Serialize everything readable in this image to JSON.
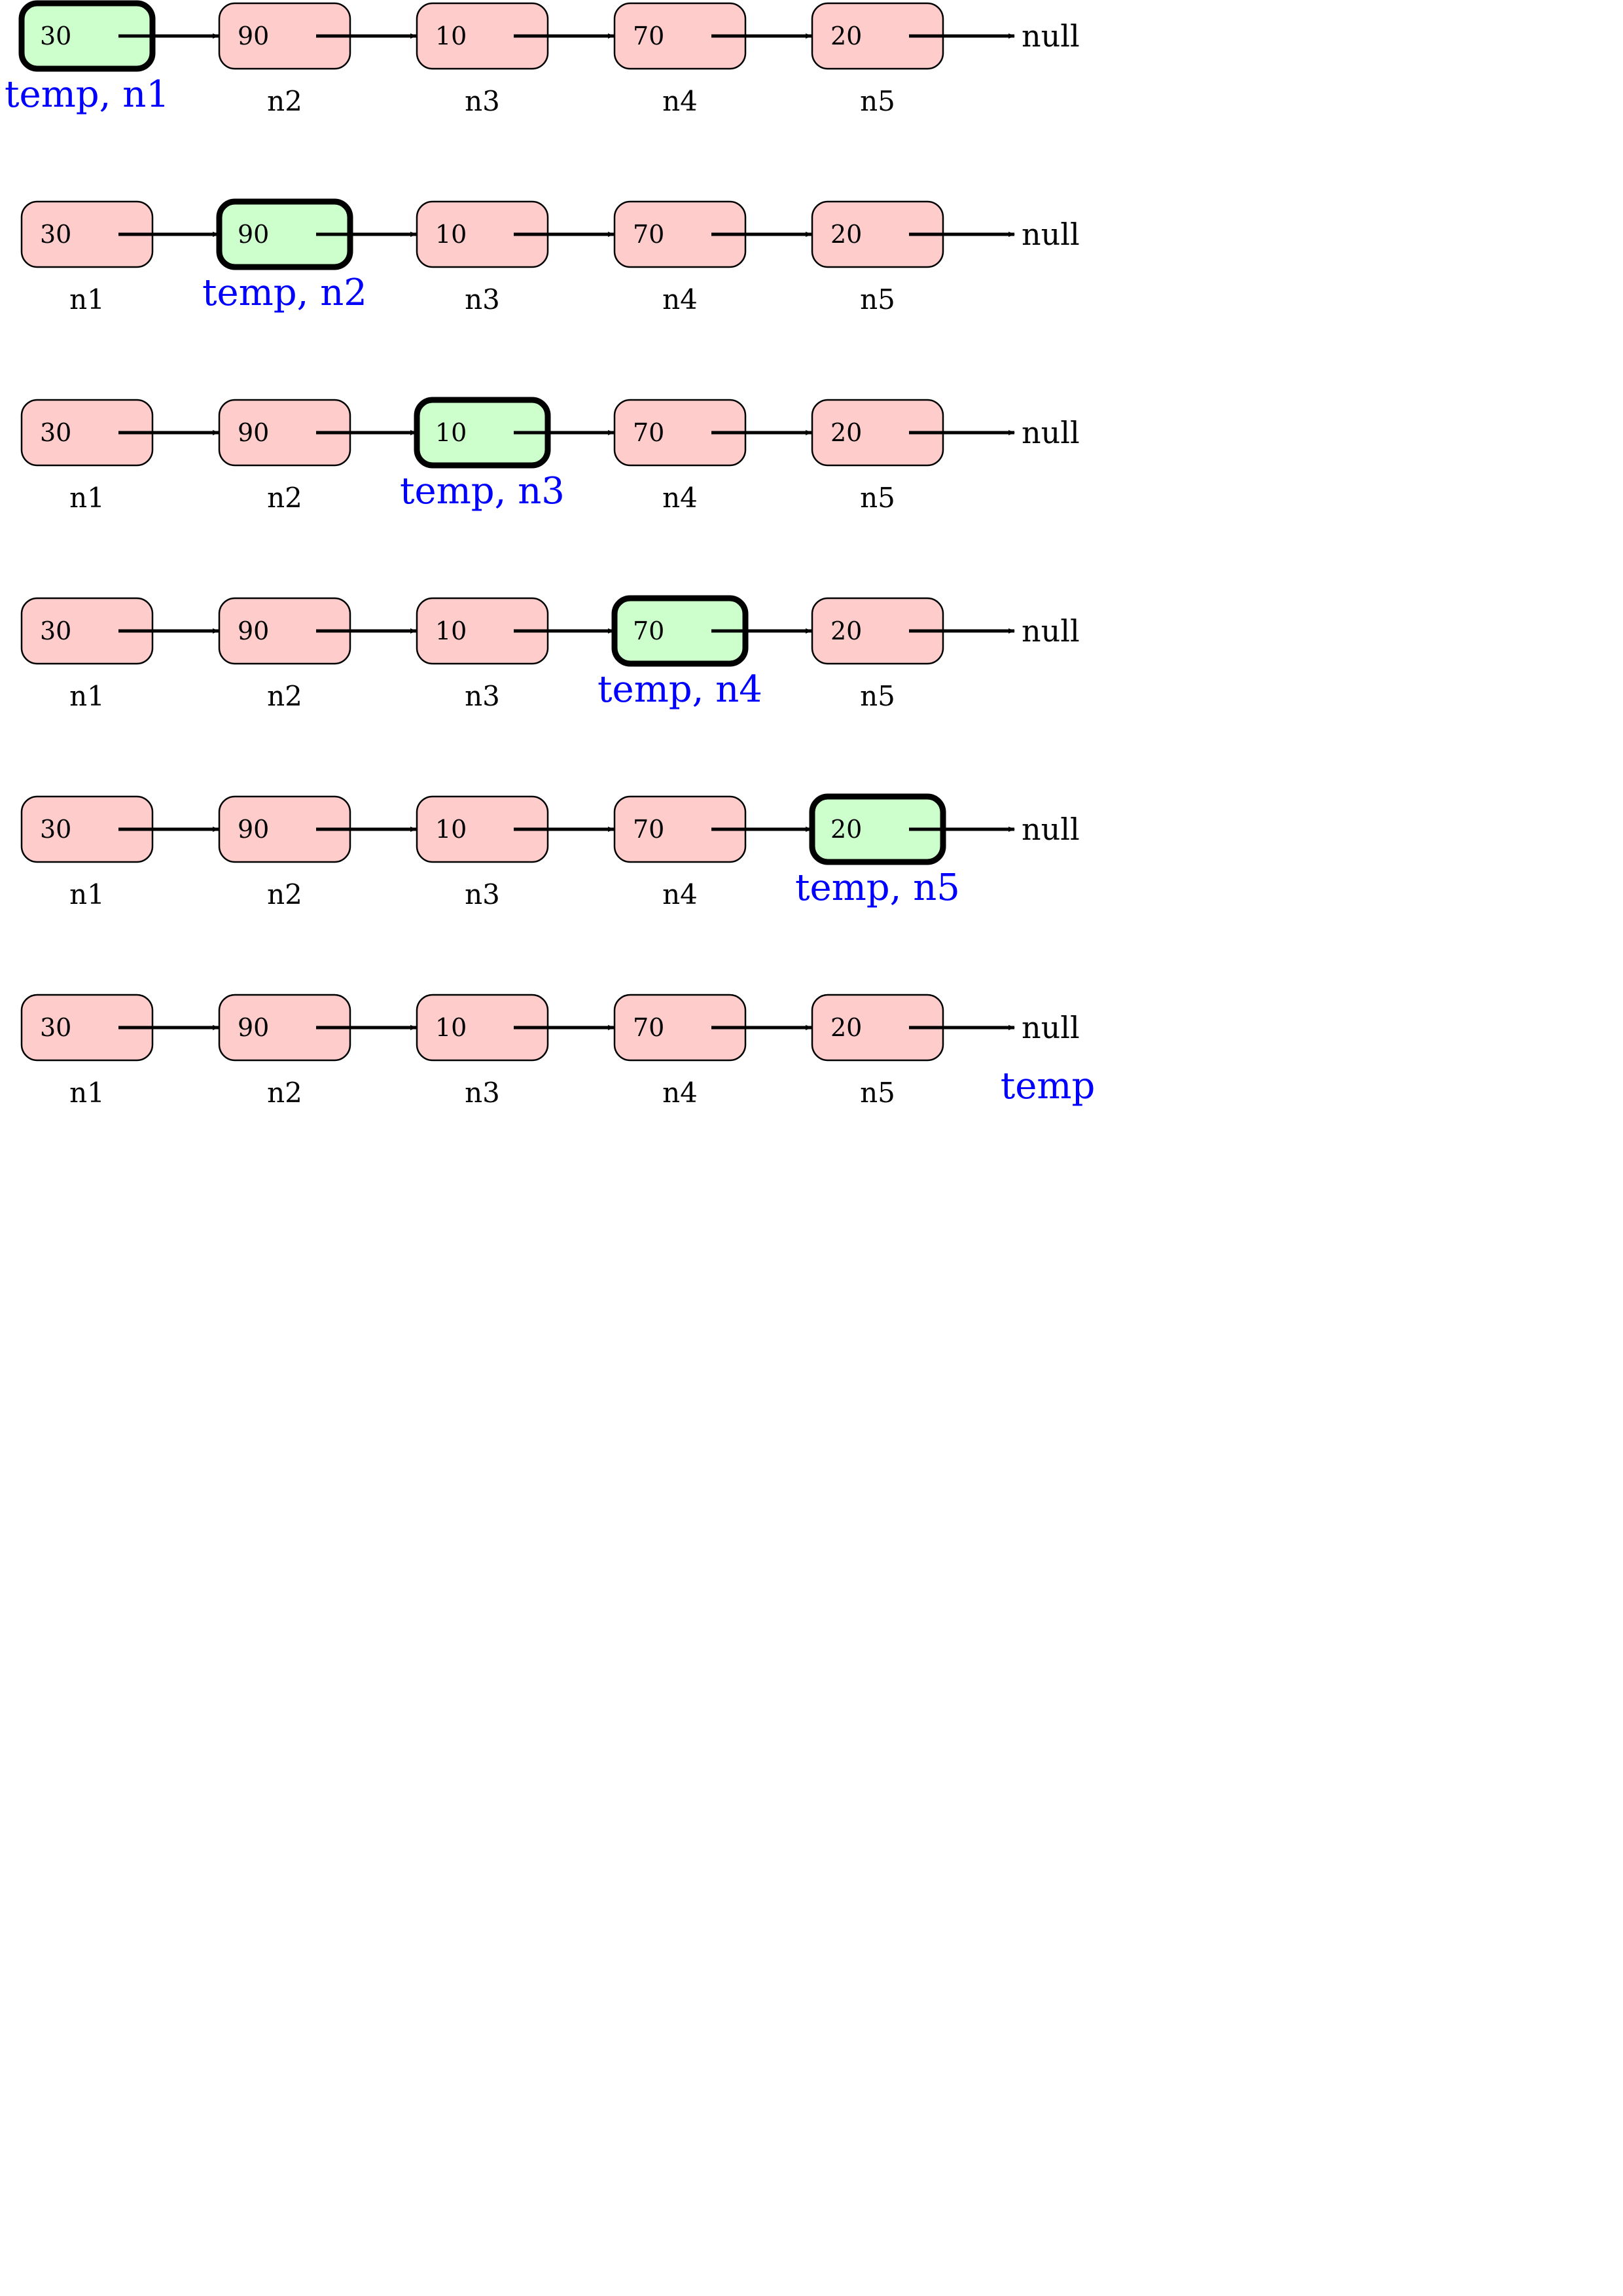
{
  "colors": {
    "node_fill": "#ffcccc",
    "highlight_fill": "#ccffcc",
    "pointer_label": "#0000ff",
    "stroke": "#000000",
    "text": "#000000"
  },
  "nodes": [
    {
      "value": "30",
      "label": "n1"
    },
    {
      "value": "90",
      "label": "n2"
    },
    {
      "value": "10",
      "label": "n3"
    },
    {
      "value": "70",
      "label": "n4"
    },
    {
      "value": "20",
      "label": "n5"
    }
  ],
  "null_label": "null",
  "steps": [
    {
      "temp_at": 0,
      "temp_label": "temp, n1"
    },
    {
      "temp_at": 1,
      "temp_label": "temp, n2"
    },
    {
      "temp_at": 2,
      "temp_label": "temp, n3"
    },
    {
      "temp_at": 3,
      "temp_label": "temp, n4"
    },
    {
      "temp_at": 4,
      "temp_label": "temp, n5"
    },
    {
      "temp_at": "null",
      "temp_label": "temp"
    }
  ]
}
